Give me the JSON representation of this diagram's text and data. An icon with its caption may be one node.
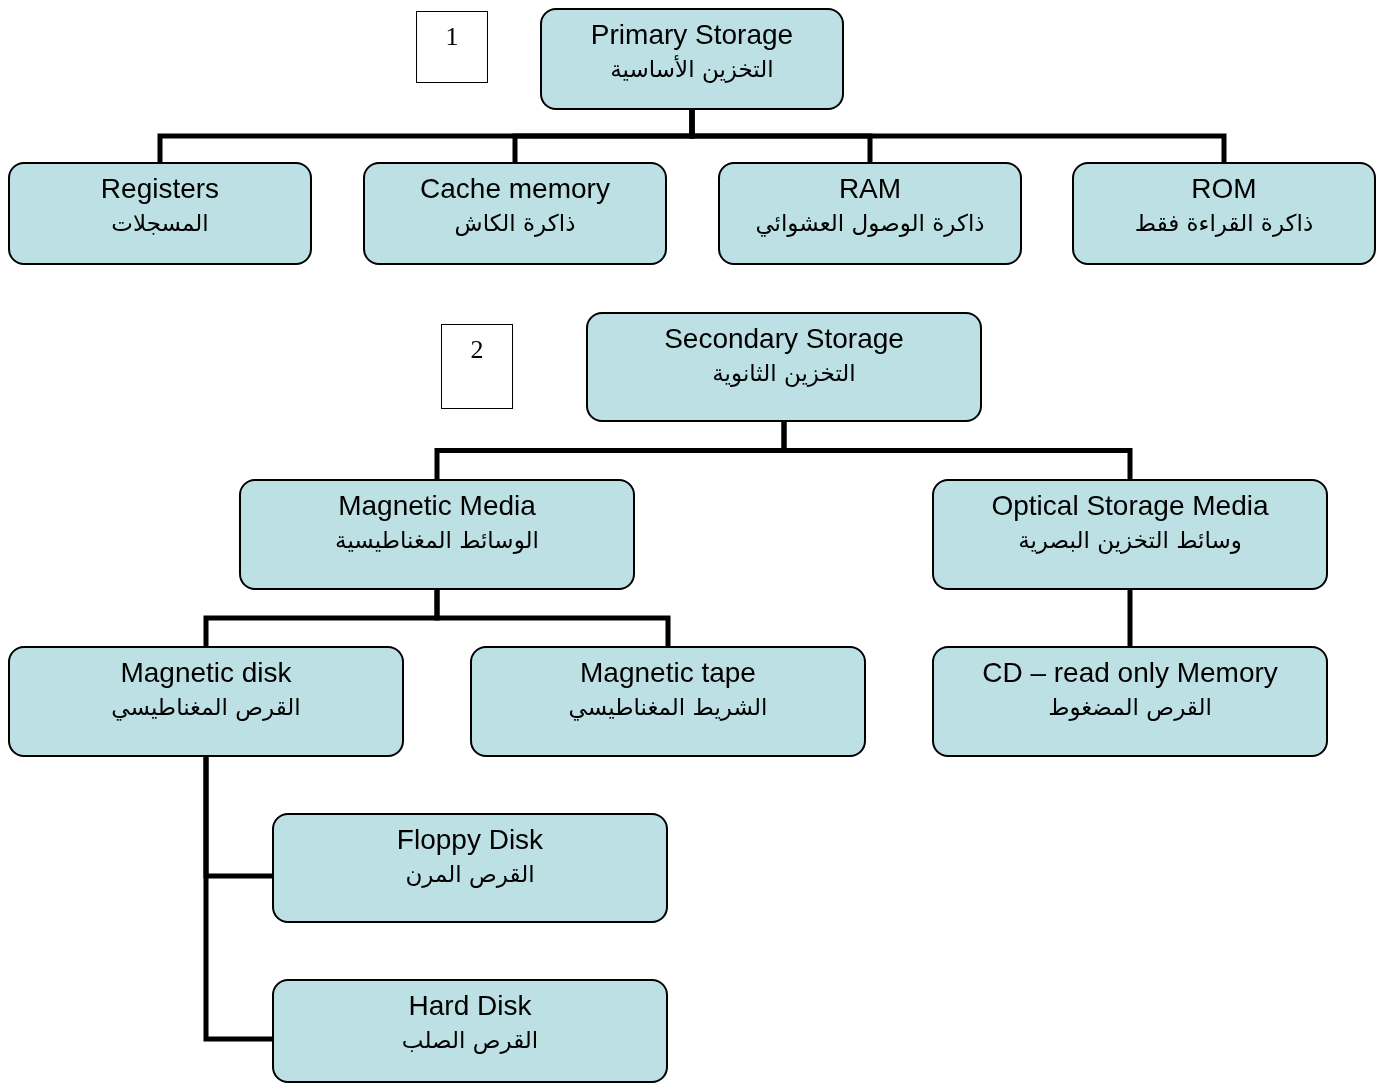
{
  "diagram": {
    "nodes": [
      {
        "text": [
          "1"
        ]
      },
      {
        "text": [
          "Primary Storage",
          "التخزين الأساسية"
        ]
      },
      {
        "text": [
          "Registers",
          "المسجلات"
        ]
      },
      {
        "text": [
          "Cache memory",
          "ذاكرة الكاش"
        ]
      },
      {
        "text": [
          "RAM",
          "ذاكرة الوصول العشوائي"
        ]
      },
      {
        "text": [
          "ROM",
          "ذاكرة القراءة فقط"
        ]
      },
      {
        "text": [
          "2"
        ]
      },
      {
        "text": [
          "Secondary Storage",
          "التخزين الثانوية"
        ]
      },
      {
        "text": [
          "Magnetic Media",
          "الوسائط المغناطيسية"
        ]
      },
      {
        "text": [
          "Optical Storage Media",
          "وسائط التخزين البصرية"
        ]
      },
      {
        "text": [
          "Magnetic disk",
          "القرص المغناطيسي"
        ]
      },
      {
        "text": [
          "Magnetic tape",
          "الشريط المغناطيسي"
        ]
      },
      {
        "text": [
          "CD – read only Memory",
          "القرص المضغوط"
        ]
      },
      {
        "text": [
          "Floppy Disk",
          "القرص المرن"
        ]
      },
      {
        "text": [
          "Hard Disk",
          "القرص الصلب"
        ]
      }
    ],
    "edges": [
      {
        "from": 1,
        "to": 2,
        "arrow": "none"
      },
      {
        "from": 1,
        "to": 3,
        "arrow": "none"
      },
      {
        "from": 1,
        "to": 4,
        "arrow": "none"
      },
      {
        "from": 1,
        "to": 5,
        "arrow": "none"
      },
      {
        "from": 7,
        "to": 8,
        "arrow": "none"
      },
      {
        "from": 7,
        "to": 9,
        "arrow": "none"
      },
      {
        "from": 8,
        "to": 10,
        "arrow": "none"
      },
      {
        "from": 8,
        "to": 11,
        "arrow": "none"
      },
      {
        "from": 9,
        "to": 12,
        "arrow": "none"
      },
      {
        "from": 10,
        "to": 13,
        "arrow": "none"
      },
      {
        "from": 10,
        "to": 14,
        "arrow": "none"
      }
    ]
  }
}
